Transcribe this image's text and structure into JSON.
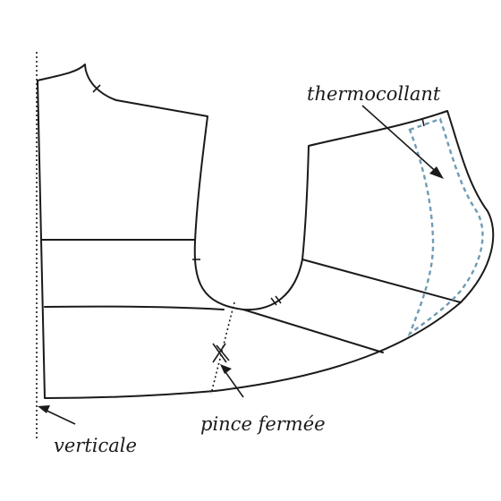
{
  "labels": {
    "interfacing": "thermocollant",
    "closed_dart": "pince fermée",
    "vertical": "verticale"
  },
  "colors": {
    "outline": "#1a1a1a",
    "interfacing": "#6f9bb5"
  }
}
